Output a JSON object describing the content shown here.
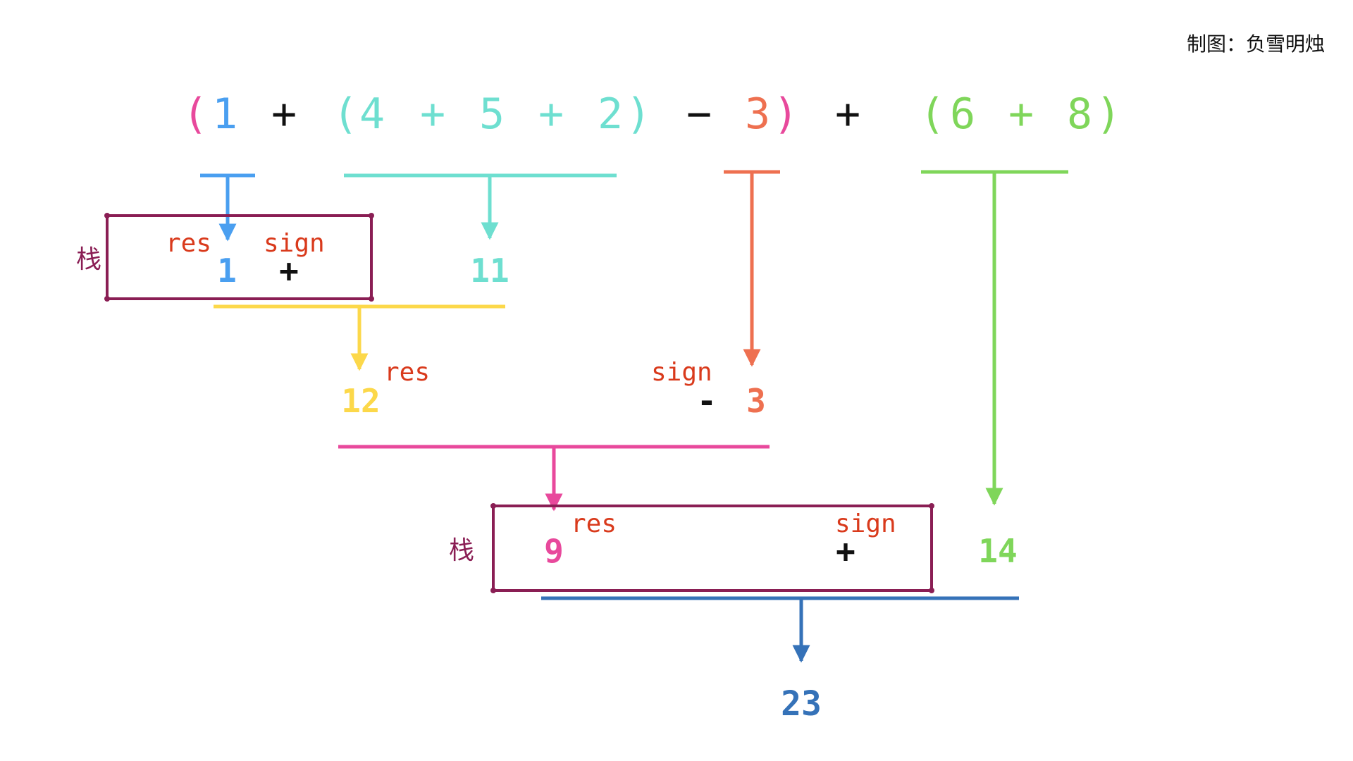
{
  "credit": "制图：负雪明烛",
  "expression": [
    {
      "text": "(",
      "color": "#e8499c"
    },
    {
      "text": "1",
      "color": "#4a9ff0"
    },
    {
      "text": "+",
      "color": "#111111"
    },
    {
      "text": "(",
      "color": "#6edfd0"
    },
    {
      "text": "4",
      "color": "#6edfd0"
    },
    {
      "text": "+",
      "color": "#6edfd0"
    },
    {
      "text": "5",
      "color": "#6edfd0"
    },
    {
      "text": "+",
      "color": "#6edfd0"
    },
    {
      "text": "2",
      "color": "#6edfd0"
    },
    {
      "text": ")",
      "color": "#6edfd0"
    },
    {
      "text": "−",
      "color": "#111111"
    },
    {
      "text": "3",
      "color": "#ee7050"
    },
    {
      "text": ")",
      "color": "#e8499c"
    },
    {
      "text": "+",
      "color": "#111111"
    },
    {
      "text": "(",
      "color": "#7fd65a"
    },
    {
      "text": "6",
      "color": "#7fd65a"
    },
    {
      "text": "+",
      "color": "#7fd65a"
    },
    {
      "text": "8",
      "color": "#7fd65a"
    },
    {
      "text": ")",
      "color": "#7fd65a"
    }
  ],
  "labels": {
    "stack": "栈",
    "res": "res",
    "sign": "sign"
  },
  "values": {
    "stack1_res": "1",
    "stack1_sign": "+",
    "inner_sum": "11",
    "res_12": "12",
    "sign_minus": "-",
    "three": "3",
    "stack2_res": "9",
    "stack2_sign": "+",
    "fourteen": "14",
    "result": "23"
  },
  "colors": {
    "blue": "#4a9ff0",
    "cyan": "#6edfd0",
    "orange": "#ee7050",
    "green": "#7fd65a",
    "yellow": "#fcd84a",
    "pink": "#e8499c",
    "dark_blue": "#3572b8",
    "label_red": "#d93a1c",
    "stack_border": "#8a1e54",
    "black": "#111111"
  }
}
